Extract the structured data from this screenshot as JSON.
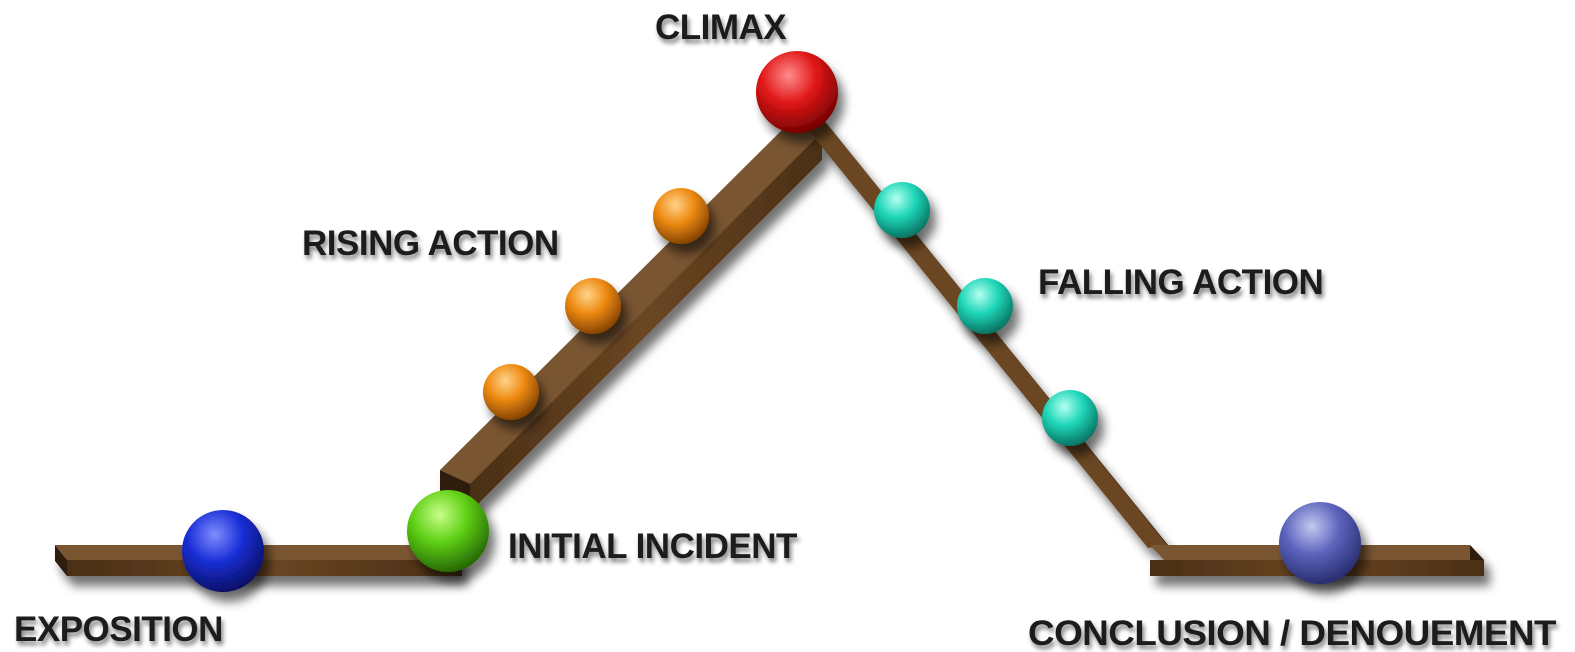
{
  "labels": {
    "climax": "CLIMAX",
    "rising_action": "RISING ACTION",
    "falling_action": "FALLING ACTION",
    "initial_incident": "INITIAL INCIDENT",
    "exposition": "EXPOSITION",
    "conclusion": "CONCLUSION / DENOUEMENT"
  },
  "colors": {
    "wood": "#5a3a1c",
    "wood_dark": "#2e1c0c",
    "wood_light": "#8a6136",
    "exposition": "#1a2fd6",
    "initial_incident": "#5fd014",
    "rising_action": "#ee8a12",
    "climax": "#e01616",
    "falling_action": "#1fd6b8",
    "conclusion": "#5c64bc"
  }
}
